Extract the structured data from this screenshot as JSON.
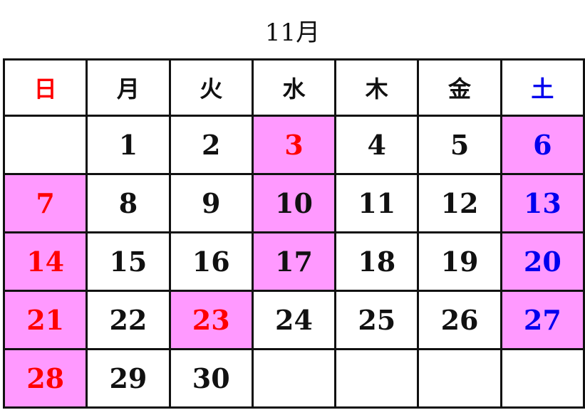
{
  "title": "11月",
  "colors": {
    "holiday_highlight": "#ff99ff",
    "sunday_holiday_text": "#ff0000",
    "saturday_text": "#0000ee",
    "weekday_text": "#111111"
  },
  "weekdays": [
    {
      "label": "日",
      "color": "red"
    },
    {
      "label": "月",
      "color": "black"
    },
    {
      "label": "火",
      "color": "black"
    },
    {
      "label": "水",
      "color": "black"
    },
    {
      "label": "木",
      "color": "black"
    },
    {
      "label": "金",
      "color": "black"
    },
    {
      "label": "土",
      "color": "blue"
    }
  ],
  "weeks": [
    [
      {
        "day": "",
        "color": "black",
        "highlight": false
      },
      {
        "day": "1",
        "color": "black",
        "highlight": false
      },
      {
        "day": "2",
        "color": "black",
        "highlight": false
      },
      {
        "day": "3",
        "color": "red",
        "highlight": true
      },
      {
        "day": "4",
        "color": "black",
        "highlight": false
      },
      {
        "day": "5",
        "color": "black",
        "highlight": false
      },
      {
        "day": "6",
        "color": "blue",
        "highlight": true
      }
    ],
    [
      {
        "day": "7",
        "color": "red",
        "highlight": true
      },
      {
        "day": "8",
        "color": "black",
        "highlight": false
      },
      {
        "day": "9",
        "color": "black",
        "highlight": false
      },
      {
        "day": "10",
        "color": "black",
        "highlight": true
      },
      {
        "day": "11",
        "color": "black",
        "highlight": false
      },
      {
        "day": "12",
        "color": "black",
        "highlight": false
      },
      {
        "day": "13",
        "color": "blue",
        "highlight": true
      }
    ],
    [
      {
        "day": "14",
        "color": "red",
        "highlight": true
      },
      {
        "day": "15",
        "color": "black",
        "highlight": false
      },
      {
        "day": "16",
        "color": "black",
        "highlight": false
      },
      {
        "day": "17",
        "color": "black",
        "highlight": true
      },
      {
        "day": "18",
        "color": "black",
        "highlight": false
      },
      {
        "day": "19",
        "color": "black",
        "highlight": false
      },
      {
        "day": "20",
        "color": "blue",
        "highlight": true
      }
    ],
    [
      {
        "day": "21",
        "color": "red",
        "highlight": true
      },
      {
        "day": "22",
        "color": "black",
        "highlight": false
      },
      {
        "day": "23",
        "color": "red",
        "highlight": true
      },
      {
        "day": "24",
        "color": "black",
        "highlight": false
      },
      {
        "day": "25",
        "color": "black",
        "highlight": false
      },
      {
        "day": "26",
        "color": "black",
        "highlight": false
      },
      {
        "day": "27",
        "color": "blue",
        "highlight": true
      }
    ],
    [
      {
        "day": "28",
        "color": "red",
        "highlight": true
      },
      {
        "day": "29",
        "color": "black",
        "highlight": false
      },
      {
        "day": "30",
        "color": "black",
        "highlight": false
      },
      {
        "day": "",
        "color": "black",
        "highlight": false
      },
      {
        "day": "",
        "color": "black",
        "highlight": false
      },
      {
        "day": "",
        "color": "black",
        "highlight": false
      },
      {
        "day": "",
        "color": "black",
        "highlight": false
      }
    ]
  ]
}
